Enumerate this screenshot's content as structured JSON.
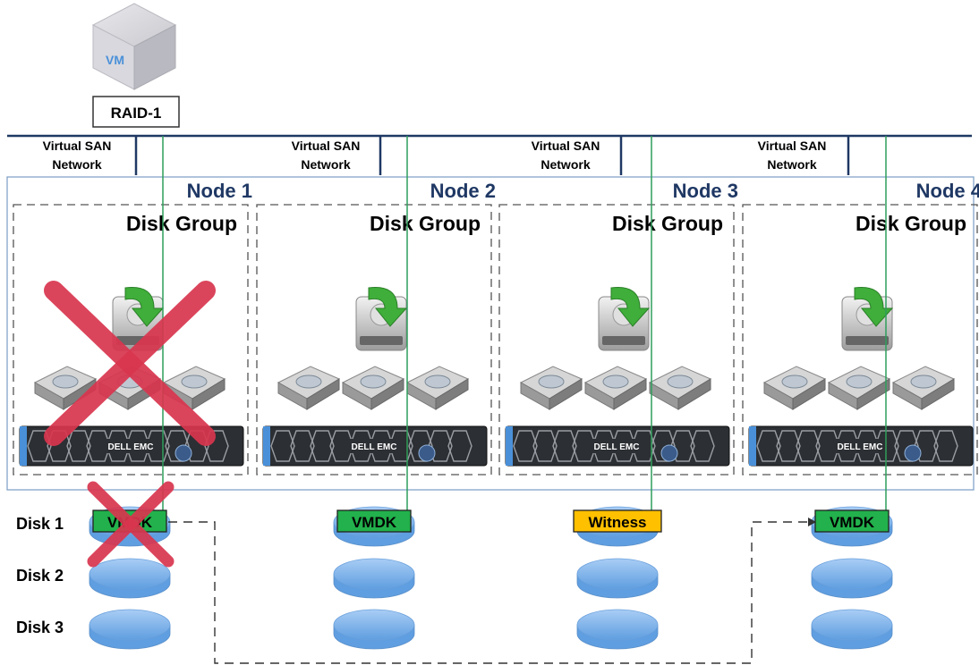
{
  "vm": {
    "label": "VM",
    "raid_label": "RAID-1"
  },
  "network": {
    "label_line1": "Virtual SAN",
    "label_line2": "Network"
  },
  "nodes": [
    {
      "name": "Node 1",
      "disk_group": "Disk Group",
      "failed": true
    },
    {
      "name": "Node 2",
      "disk_group": "Disk Group",
      "failed": false
    },
    {
      "name": "Node 3",
      "disk_group": "Disk Group",
      "failed": false
    },
    {
      "name": "Node 4",
      "disk_group": "Disk Group",
      "failed": false
    }
  ],
  "server_brand": "DELL EMC",
  "disk_rows": [
    "Disk 1",
    "Disk 2",
    "Disk 3"
  ],
  "components": [
    {
      "node": 1,
      "label": "VMDK",
      "kind": "vmdk",
      "failed": true
    },
    {
      "node": 2,
      "label": "VMDK",
      "kind": "vmdk",
      "failed": false
    },
    {
      "node": 3,
      "label": "Witness",
      "kind": "witness",
      "failed": false
    },
    {
      "node": 4,
      "label": "VMDK",
      "kind": "vmdk",
      "failed": false
    }
  ],
  "colors": {
    "node_title": "#1f3864",
    "network_line": "#1f3864",
    "connector": "#2e9e5b",
    "vmdk_fill": "#22b14c",
    "witness_fill": "#ffc000",
    "disk_fill": "#7fb2ea",
    "failure_mark": "#d9364f"
  }
}
